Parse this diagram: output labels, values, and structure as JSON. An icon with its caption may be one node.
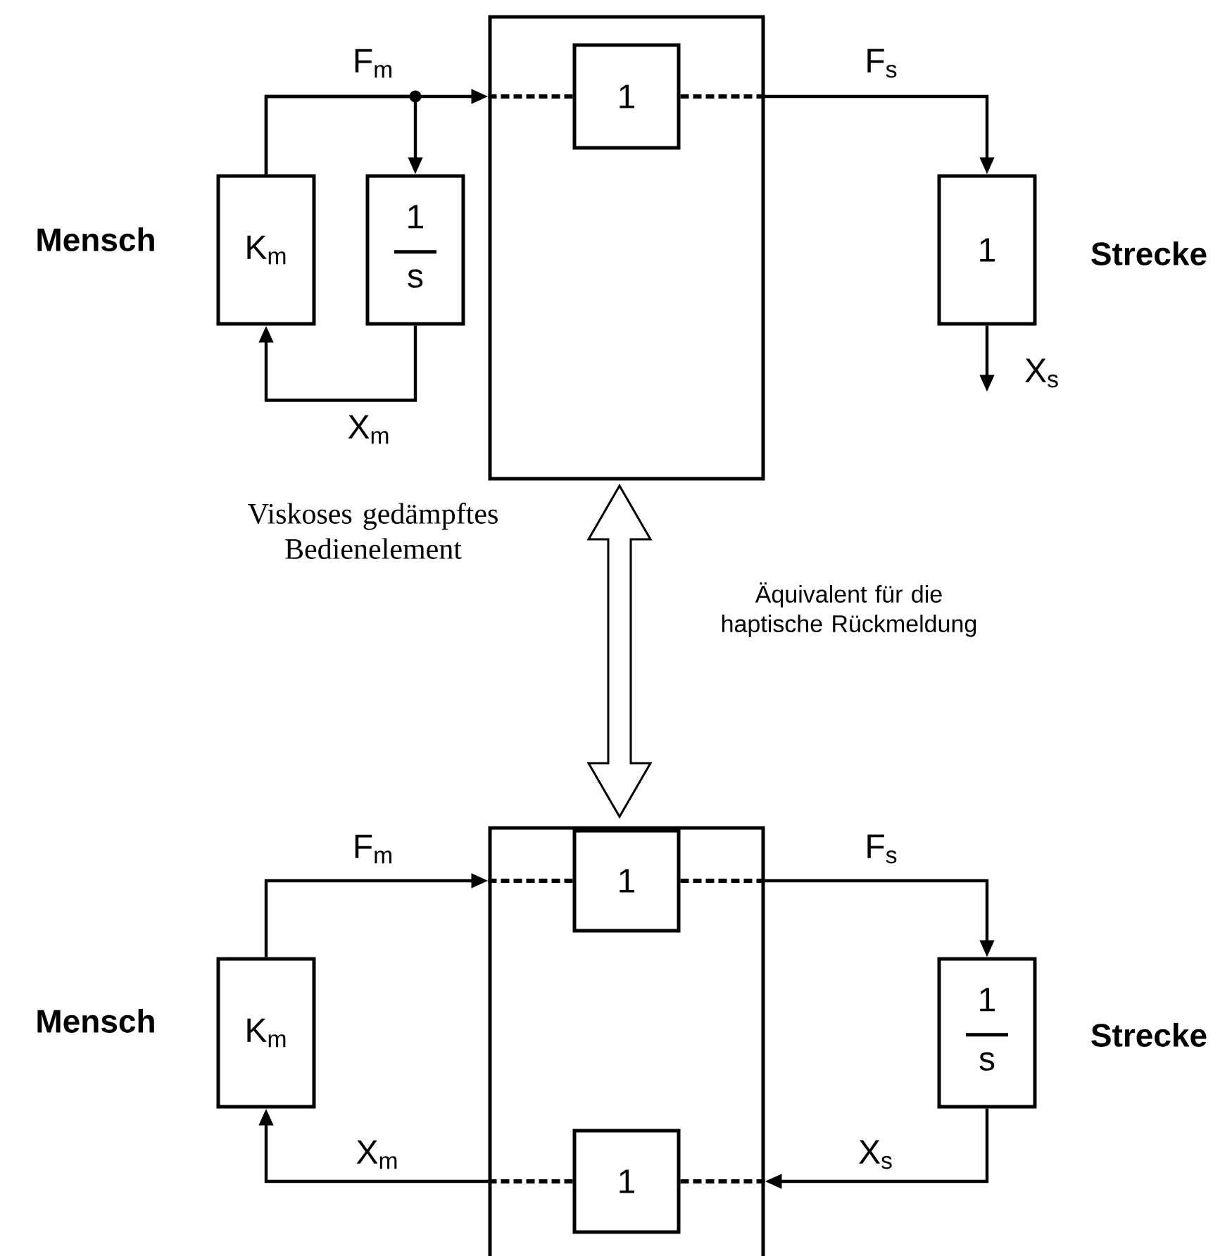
{
  "diagram": {
    "nodes": [
      {
        "text": [],
        "shape": "box",
        "beside": [
          "Viskoses gedämpftes Bedienelement"
        ]
      },
      {
        "text": [
          "1"
        ],
        "in": 0
      },
      {
        "text": [
          "K$_{m}$"
        ]
      },
      {
        "text": [
          "1",
          "s"
        ]
      },
      {
        "text": [
          "1"
        ]
      },
      {
        "text": [],
        "shape": "box"
      },
      {
        "text": [
          "1"
        ],
        "in": 5
      },
      {
        "text": [
          "1"
        ],
        "in": 5
      },
      {
        "text": [
          "K$_{m}$"
        ]
      },
      {
        "text": [
          "1",
          "s"
        ]
      }
    ],
    "edges": [
      {
        "from": 2,
        "to": 0,
        "arrow": "to",
        "label": "F$_{m}$"
      },
      {
        "from": 2,
        "to": 3,
        "arrow": "to"
      },
      {
        "from": 3,
        "to": 2,
        "arrow": "to",
        "label": "X$_{m}$"
      },
      {
        "from": 0,
        "to": 1,
        "arrow": "none",
        "style": "dashed"
      },
      {
        "from": 1,
        "to": 0,
        "arrow": "none",
        "style": "dashed"
      },
      {
        "from": 0,
        "to": 4,
        "arrow": "to",
        "label": "F$_{s}$"
      },
      {
        "from": 4,
        "to": null,
        "arrow": "to",
        "label": "X$_{s}$"
      },
      {
        "from": 0,
        "to": 5,
        "arrow": "both",
        "label": "Äquivalent für die haptische Rückmeldung"
      },
      {
        "from": 8,
        "to": 5,
        "arrow": "to",
        "label": "F$_{m}$"
      },
      {
        "from": 5,
        "to": 6,
        "arrow": "none",
        "style": "dashed"
      },
      {
        "from": 6,
        "to": 5,
        "arrow": "none",
        "style": "dashed"
      },
      {
        "from": 5,
        "to": 7,
        "arrow": "none",
        "style": "dashed"
      },
      {
        "from": 7,
        "to": 5,
        "arrow": "none",
        "style": "dashed"
      },
      {
        "from": 5,
        "to": 9,
        "arrow": "to",
        "label": "F$_{s}$"
      },
      {
        "from": 9,
        "to": 5,
        "arrow": "to",
        "label": "X$_{s}$"
      },
      {
        "from": 5,
        "to": 8,
        "arrow": "to",
        "label": "X$_{m}$"
      }
    ],
    "labels": [
      "Mensch",
      "Strecke",
      "Mensch",
      "Strecke"
    ]
  }
}
